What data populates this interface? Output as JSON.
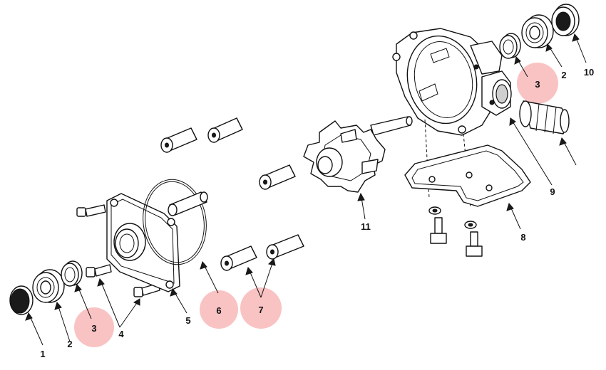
{
  "accent_color": "#f8b8b8",
  "callouts": [
    {
      "id": "c1",
      "label": "1",
      "highlighted": false
    },
    {
      "id": "c2a",
      "label": "2",
      "highlighted": false
    },
    {
      "id": "c3a",
      "label": "3",
      "highlighted": true
    },
    {
      "id": "c4",
      "label": "4",
      "highlighted": false
    },
    {
      "id": "c5",
      "label": "5",
      "highlighted": false
    },
    {
      "id": "c6",
      "label": "6",
      "highlighted": true
    },
    {
      "id": "c7",
      "label": "7",
      "highlighted": true
    },
    {
      "id": "c8",
      "label": "8",
      "highlighted": false
    },
    {
      "id": "c9",
      "label": "9",
      "highlighted": false
    },
    {
      "id": "c11",
      "label": "11",
      "highlighted": false
    },
    {
      "id": "c3b",
      "label": "3",
      "highlighted": true
    },
    {
      "id": "c2b",
      "label": "2",
      "highlighted": false
    },
    {
      "id": "c10",
      "label": "10",
      "highlighted": false
    }
  ]
}
